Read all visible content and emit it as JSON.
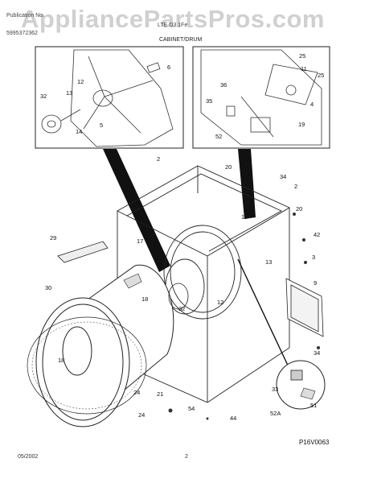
{
  "header": {
    "model_line": "Publication No.",
    "model_code": "5995372362",
    "model_name": "LTE D3 1Fe",
    "section": "CABINET/DRUM"
  },
  "watermark": "AppliancePartsPros.com",
  "figure_code": "P16V0063",
  "footer": {
    "date": "05/2002",
    "page": "2"
  },
  "callouts": [
    "25",
    "11",
    "25",
    "6",
    "12",
    "13",
    "32",
    "14",
    "5",
    "36",
    "35",
    "4",
    "19",
    "52",
    "2",
    "20",
    "34",
    "2",
    "20",
    "15",
    "42",
    "17",
    "29",
    "3",
    "13",
    "9",
    "30",
    "18",
    "32",
    "12",
    "18",
    "24",
    "21",
    "54",
    "24",
    "44",
    "34",
    "33",
    "51",
    "52A"
  ]
}
